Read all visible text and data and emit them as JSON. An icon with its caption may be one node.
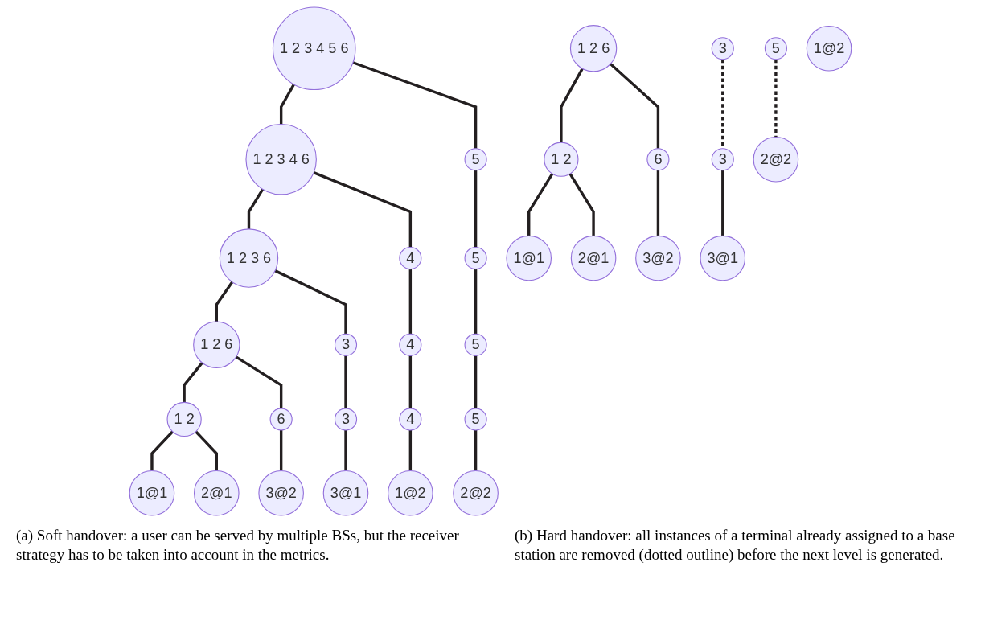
{
  "diagram": {
    "nodes": [
      {
        "text": [
          "1 2 3 4 5 6"
        ]
      },
      {
        "text": [
          "1 2 3 4 6"
        ]
      },
      {
        "text": [
          "5"
        ]
      },
      {
        "text": [
          "1 2 3 6"
        ]
      },
      {
        "text": [
          "4"
        ]
      },
      {
        "text": [
          "5"
        ]
      },
      {
        "text": [
          "1 2 6"
        ]
      },
      {
        "text": [
          "3"
        ]
      },
      {
        "text": [
          "4"
        ]
      },
      {
        "text": [
          "5"
        ]
      },
      {
        "text": [
          "1 2"
        ]
      },
      {
        "text": [
          "3"
        ]
      },
      {
        "text": [
          "4"
        ]
      },
      {
        "text": [
          "5"
        ]
      },
      {
        "text": [
          "6"
        ]
      },
      {
        "text": [
          "1@1"
        ]
      },
      {
        "text": [
          "2@1"
        ]
      },
      {
        "text": [
          "3@1"
        ]
      },
      {
        "text": [
          "1@2"
        ]
      },
      {
        "text": [
          "2@2"
        ]
      },
      {
        "text": [
          "3@2"
        ]
      },
      {
        "text": [
          "1 2 6"
        ]
      },
      {
        "text": [
          "3"
        ]
      },
      {
        "text": [
          "1 2"
        ]
      },
      {
        "text": [
          "3"
        ]
      },
      {
        "text": [
          "5"
        ]
      },
      {
        "text": [
          "6"
        ]
      },
      {
        "text": [
          "1@1"
        ]
      },
      {
        "text": [
          "2@1"
        ]
      },
      {
        "text": [
          "3@1"
        ]
      },
      {
        "text": [
          "1@2"
        ]
      },
      {
        "text": [
          "2@2"
        ]
      },
      {
        "text": [
          "3@2"
        ]
      }
    ],
    "edges": [
      {
        "from": 0,
        "to": 1,
        "arrow": "none"
      },
      {
        "from": 0,
        "to": 2,
        "arrow": "none"
      },
      {
        "from": 1,
        "to": 3,
        "arrow": "none"
      },
      {
        "from": 1,
        "to": 4,
        "arrow": "none"
      },
      {
        "from": 2,
        "to": 5,
        "arrow": "none"
      },
      {
        "from": 3,
        "to": 6,
        "arrow": "none"
      },
      {
        "from": 3,
        "to": 7,
        "arrow": "none"
      },
      {
        "from": 4,
        "to": 8,
        "arrow": "none"
      },
      {
        "from": 5,
        "to": 9,
        "arrow": "none"
      },
      {
        "from": 6,
        "to": 10,
        "arrow": "none"
      },
      {
        "from": 6,
        "to": 14,
        "arrow": "none"
      },
      {
        "from": 7,
        "to": 11,
        "arrow": "none"
      },
      {
        "from": 8,
        "to": 12,
        "arrow": "none"
      },
      {
        "from": 9,
        "to": 13,
        "arrow": "none"
      },
      {
        "from": 10,
        "to": 15,
        "arrow": "none"
      },
      {
        "from": 10,
        "to": 16,
        "arrow": "none"
      },
      {
        "from": 11,
        "to": 17,
        "arrow": "none"
      },
      {
        "from": 12,
        "to": 18,
        "arrow": "none"
      },
      {
        "from": 13,
        "to": 19,
        "arrow": "none"
      },
      {
        "from": 14,
        "to": 20,
        "arrow": "none"
      },
      {
        "from": 21,
        "to": 23,
        "arrow": "none"
      },
      {
        "from": 21,
        "to": 26,
        "arrow": "none"
      },
      {
        "from": 22,
        "to": 24,
        "arrow": "none",
        "style": "dashed"
      },
      {
        "from": 23,
        "to": 27,
        "arrow": "none"
      },
      {
        "from": 23,
        "to": 28,
        "arrow": "none"
      },
      {
        "from": 24,
        "to": 29,
        "arrow": "none"
      },
      {
        "from": 25,
        "to": 31,
        "arrow": "none",
        "style": "dashed"
      },
      {
        "from": 26,
        "to": 32,
        "arrow": "none"
      }
    ],
    "labels": [
      "(a) Soft handover: a user can be served by multiple BSs, but the receiver strategy has to be taken into account in the metrics.",
      "(b) Hard handover: all instances of a terminal already assigned to a base station are removed (dotted outline) before the next level is generated."
    ]
  }
}
